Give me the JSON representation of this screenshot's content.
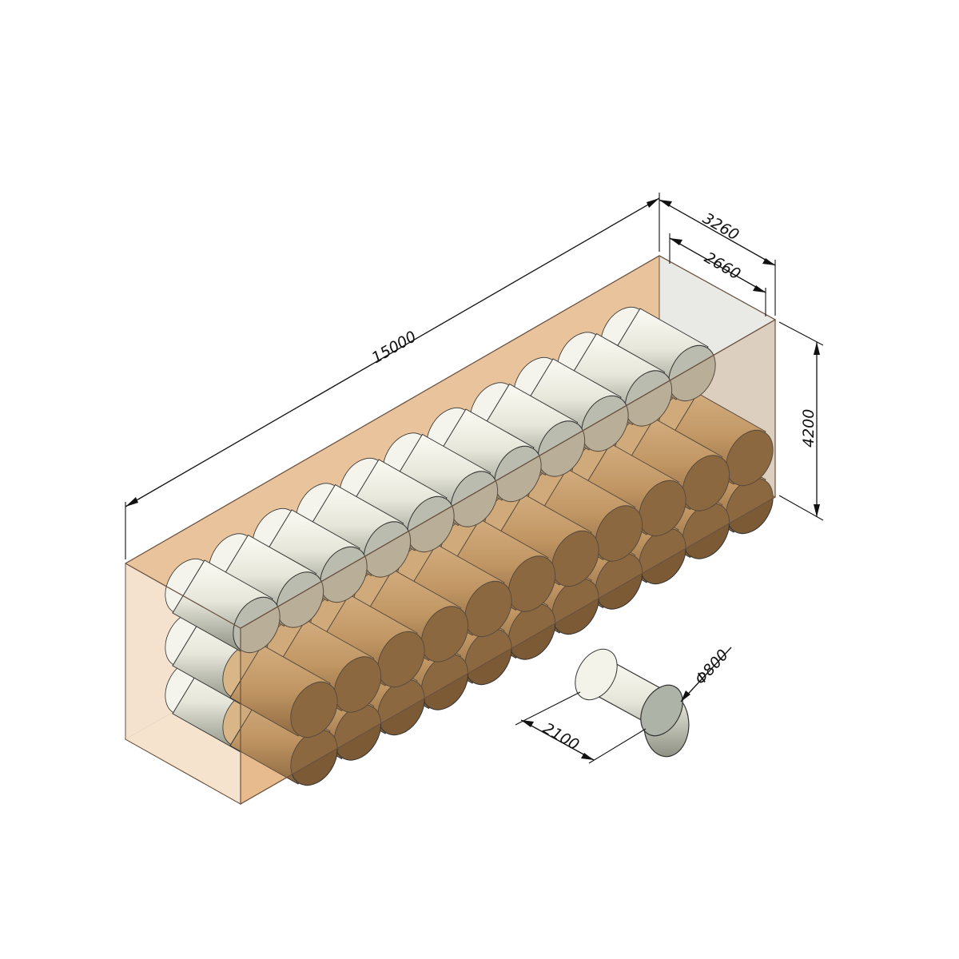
{
  "dimensions": {
    "length": "15000",
    "outer_width": "3260",
    "inner_width": "2660",
    "height": "4200",
    "roll_length": "2100",
    "roll_diameter": "Φ800"
  },
  "layout": {
    "positions_along_length": 11,
    "top_row_shown_light": true,
    "stack_rows": 3
  },
  "colors": {
    "container_back": "#e6bf97",
    "container_floor": "#f7c998",
    "container_end_glass": "#c9c3bd",
    "container_front_glass": "rgba(190,150,110,0.22)",
    "roll_light_body": "#e9e9df",
    "roll_light_cap": "#b9bcae",
    "roll_wood_body": "#c49a66",
    "roll_wood_cap": "#7b5a35",
    "line": "#111111"
  }
}
